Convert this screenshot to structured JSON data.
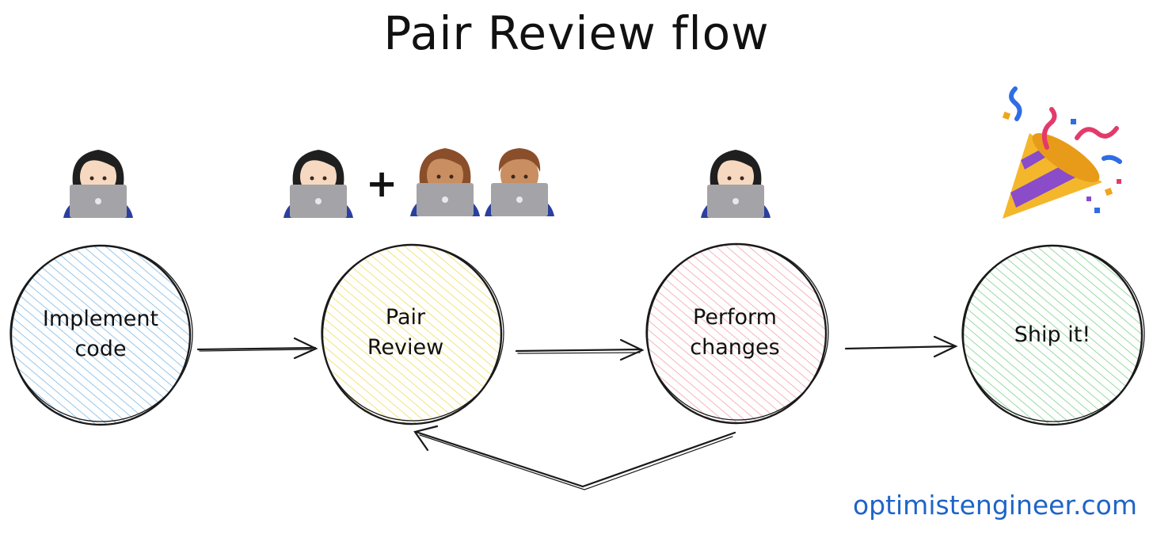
{
  "title": "Pair Review flow",
  "nodes": [
    {
      "label_lines": [
        "Implement",
        "code"
      ],
      "color": "#7cb8e6"
    },
    {
      "label_lines": [
        "Pair",
        "Review"
      ],
      "color": "#f2dc5a"
    },
    {
      "label_lines": [
        "Perform",
        "changes"
      ],
      "color": "#f3a2ac"
    },
    {
      "label_lines": [
        "Ship it!"
      ],
      "color": "#7fd18a"
    }
  ],
  "plus_sign": "+",
  "watermark": "optimistengineer.com",
  "colors": {
    "ink": "#1a1a1a",
    "link": "#1e64c8",
    "laptop": "#a4a4a8",
    "hair_dark": "#1f1f1f",
    "skin_light": "#f7d9c1",
    "skin_medium": "#c98f61",
    "hair_brown": "#8a4f2a",
    "shirt": "#2b3f9e"
  },
  "icons": [
    "developer-woman-icon",
    "developer-woman-medium-icon",
    "developer-man-medium-icon",
    "party-popper-icon"
  ]
}
